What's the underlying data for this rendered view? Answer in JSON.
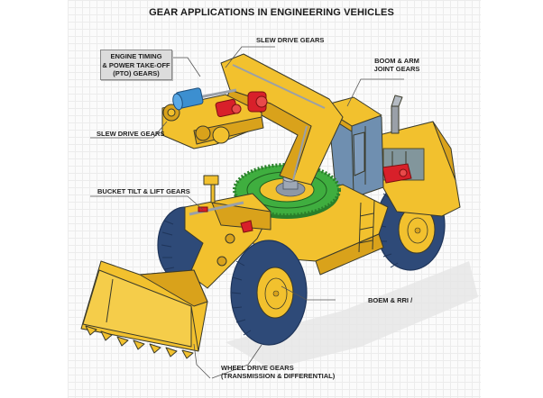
{
  "title": "GEAR APPLICATIONS IN ENGINEERING VEHICLES",
  "colors": {
    "body_yellow": "#f2c12e",
    "body_shadow": "#d9a21b",
    "outline": "#3a3a2a",
    "tire_blue": "#2e4a78",
    "tire_dark": "#1f355a",
    "gear_green": "#3fae3f",
    "gear_dark": "#2a7f2a",
    "accent_red": "#d8202a",
    "accent_blue": "#3c8fd0",
    "cab_glass": "#6f8fb0",
    "grid_line": "#ececec",
    "label_box": "#dcdcdc"
  },
  "labels": {
    "engine_timing": {
      "lines": [
        "ENGINE TIMING",
        "& POWER TAKE-OFF",
        "(PTO) GEARS)"
      ]
    },
    "slew_drive_top": "SLEW DRIVE GEARS",
    "boom_arm": {
      "lines": [
        "BOOM & ARM",
        "JOINT GEARS"
      ]
    },
    "slew_drive_left": "SLEW DRIVE GEARS",
    "bucket_tilt": "BUCKET TILT & LIFT GEARS",
    "boem_rri": "BOEM & RRI /",
    "wheel_drive": {
      "lines": [
        "WHEEL DRIVE GEARS",
        "(TRANSMISSION & DIFFERENTIAL)"
      ]
    }
  },
  "components": [
    {
      "name": "slew-ring-gear",
      "color": "green"
    },
    {
      "name": "pto-gear-assembly",
      "color": "blue"
    },
    {
      "name": "boom-joint-gear",
      "color": "red"
    },
    {
      "name": "engine-gearbox",
      "color": "red"
    },
    {
      "name": "bucket-tilt-gear",
      "color": "red"
    }
  ]
}
